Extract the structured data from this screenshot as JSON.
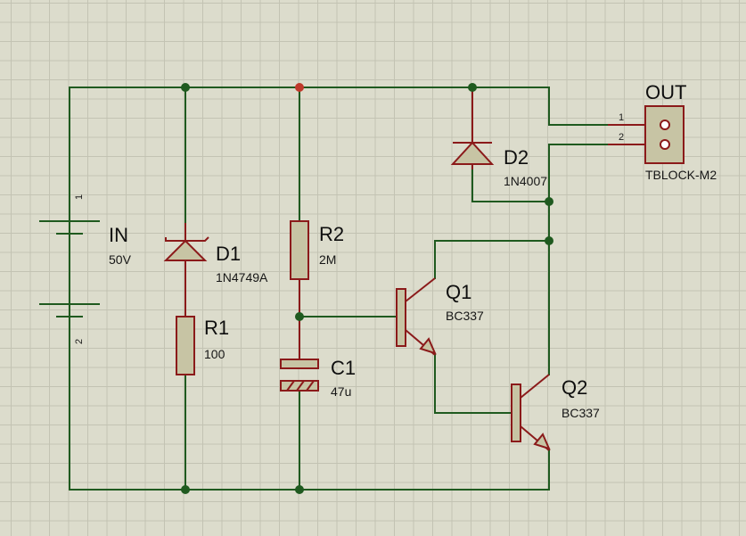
{
  "components": {
    "battery": {
      "ref": "IN",
      "value": "50V",
      "pin_top": "1",
      "pin_bottom": "2"
    },
    "d1": {
      "ref": "D1",
      "value": "1N4749A"
    },
    "r1": {
      "ref": "R1",
      "value": "100"
    },
    "r2": {
      "ref": "R2",
      "value": "2M"
    },
    "c1": {
      "ref": "C1",
      "value": "47u"
    },
    "q1": {
      "ref": "Q1",
      "value": "BC337"
    },
    "q2": {
      "ref": "Q2",
      "value": "BC337"
    },
    "d2": {
      "ref": "D2",
      "value": "1N4007"
    },
    "out": {
      "ref": "OUT",
      "value": "TBLOCK-M2",
      "pin1": "1",
      "pin2": "2"
    }
  },
  "colors": {
    "background": "#dcdccc",
    "wire": "#1f5a1f",
    "component_outline": "#8b1a1a",
    "component_fill": "#c7c4a4",
    "highlight_junction": "#c0392b"
  }
}
